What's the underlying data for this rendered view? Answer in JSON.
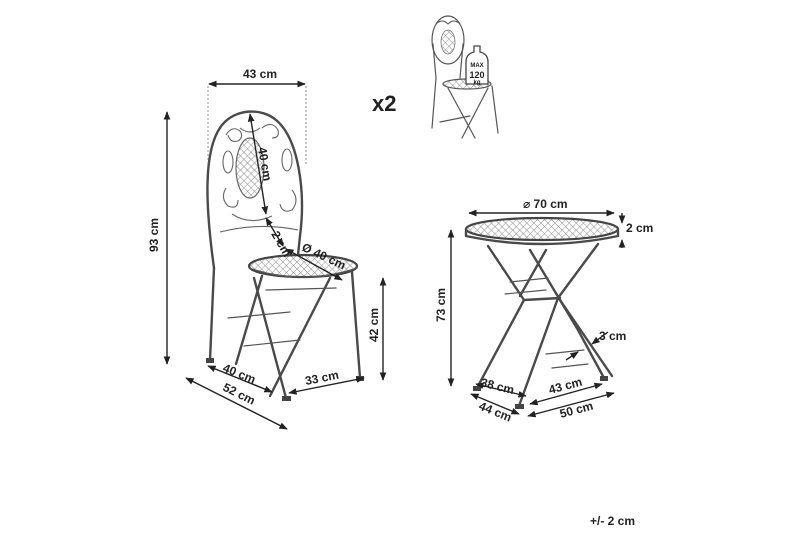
{
  "quantity": "x2",
  "max_load": {
    "line1": "MAX",
    "line2": "120",
    "line3": "kg"
  },
  "chair": {
    "width": "43 cm",
    "height": "93 cm",
    "backrest_height": "40 cm",
    "seat_thickness": "2 cm",
    "seat_diameter": "Ø 40 cm",
    "seat_height": "42 cm",
    "depth_inner": "40 cm",
    "depth_outer": "52 cm",
    "base_width": "33 cm"
  },
  "table": {
    "top_diameter": "⌀ 70 cm",
    "top_thickness": "2 cm",
    "height": "73 cm",
    "leg_thickness": "3 cm",
    "base_depth_inner": "38 cm",
    "base_depth_outer": "44 cm",
    "base_width_inner": "43 cm",
    "base_width_outer": "50 cm"
  },
  "tolerance": "+/- 2 cm"
}
